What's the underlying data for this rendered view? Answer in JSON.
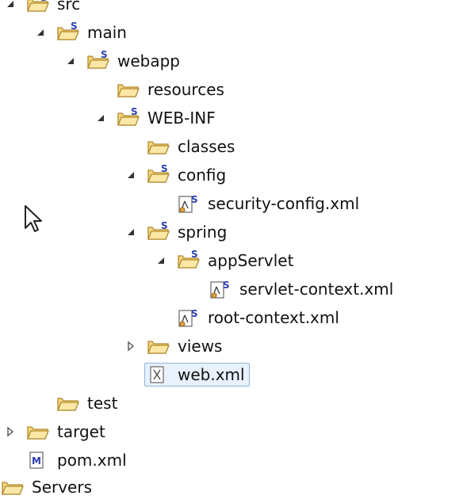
{
  "tree": {
    "rows": [
      {
        "label": "src",
        "icon": "source-folder-icon",
        "expand": "expanded",
        "level": 1
      },
      {
        "label": "main",
        "icon": "source-folder-icon",
        "expand": "expanded",
        "level": 2
      },
      {
        "label": "webapp",
        "icon": "source-folder-icon",
        "expand": "expanded",
        "level": 3
      },
      {
        "label": "resources",
        "icon": "folder-icon",
        "expand": "none",
        "level": 4
      },
      {
        "label": "WEB-INF",
        "icon": "source-folder-icon",
        "expand": "expanded",
        "level": 4
      },
      {
        "label": "classes",
        "icon": "folder-icon",
        "expand": "none",
        "level": 5
      },
      {
        "label": "config",
        "icon": "source-folder-icon",
        "expand": "expanded",
        "level": 5
      },
      {
        "label": "security-config.xml",
        "icon": "spring-xml-icon",
        "expand": "none",
        "level": 6
      },
      {
        "label": "spring",
        "icon": "source-folder-icon",
        "expand": "expanded",
        "level": 5
      },
      {
        "label": "appServlet",
        "icon": "source-folder-icon",
        "expand": "expanded",
        "level": 6
      },
      {
        "label": "servlet-context.xml",
        "icon": "spring-xml-icon",
        "expand": "none",
        "level": 7
      },
      {
        "label": "root-context.xml",
        "icon": "spring-xml-icon",
        "expand": "none",
        "level": 6
      },
      {
        "label": "views",
        "icon": "folder-icon",
        "expand": "collapsed",
        "level": 5
      },
      {
        "label": "web.xml",
        "icon": "xml-file-icon",
        "expand": "none",
        "level": 5,
        "selected": true
      },
      {
        "label": "test",
        "icon": "folder-icon",
        "expand": "none",
        "level": 2
      },
      {
        "label": "target",
        "icon": "folder-icon",
        "expand": "collapsed",
        "level": 1
      },
      {
        "label": "pom.xml",
        "icon": "maven-file-icon",
        "expand": "none",
        "level": 1
      },
      {
        "label": "Servers",
        "icon": "folder-icon",
        "expand": "none",
        "level": 0
      }
    ]
  },
  "colors": {
    "folder_fill": "#f5d77f",
    "folder_stroke": "#b08a2e",
    "spring_badge": "#2b3fb3",
    "selection_bg": "#e8f1fc",
    "selection_border": "#8fb4e3"
  },
  "cursor": {
    "icon": "mouse-pointer-icon"
  }
}
